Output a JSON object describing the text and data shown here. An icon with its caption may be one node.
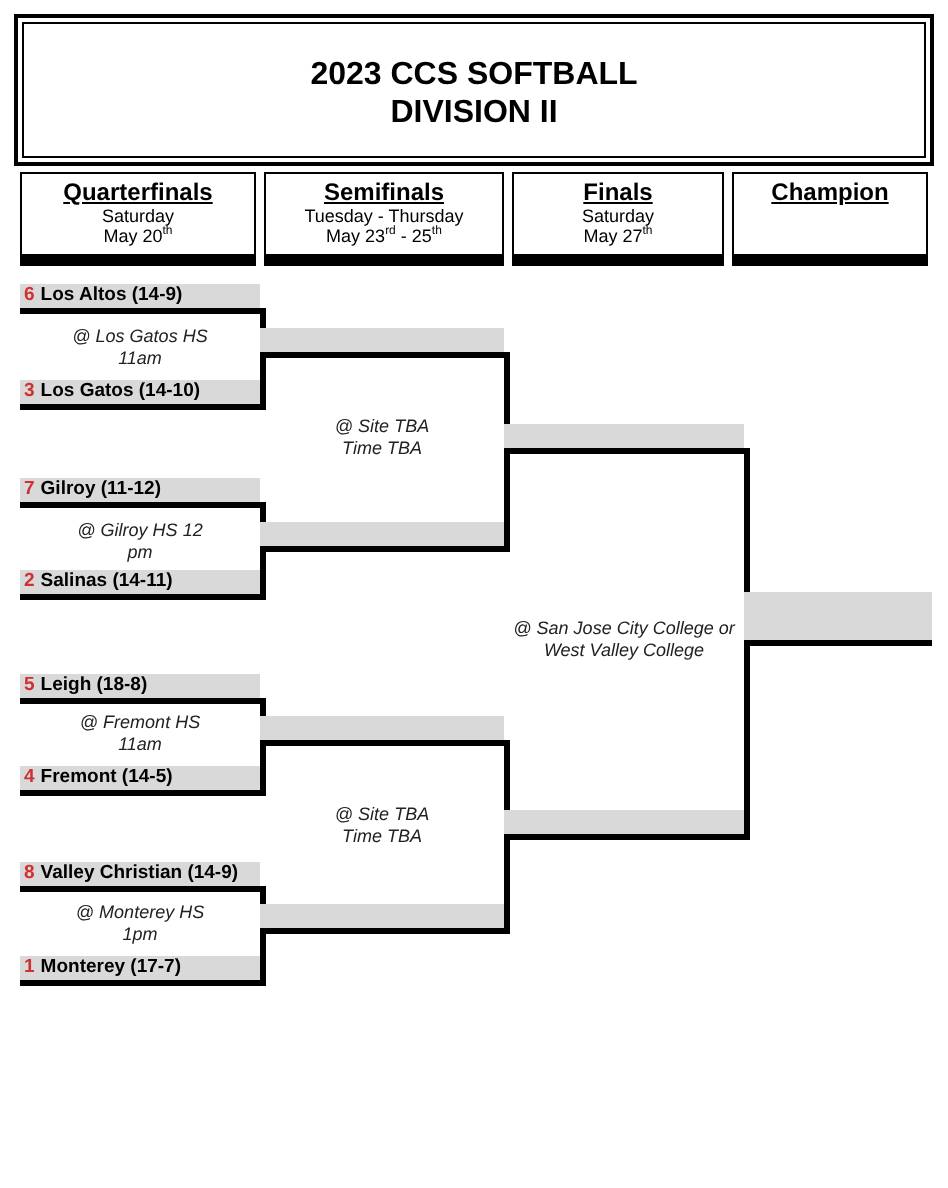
{
  "diagram": {
    "title": "2023 CCS SOFTBALL DIVISION II",
    "nodes": [
      {
        "text": [
          "Quarterfinals",
          "Saturday",
          "May 20$^{th}$"
        ]
      },
      {
        "text": [
          "Semifinals",
          "Tuesday - Thursday",
          "May 23$^{rd}$ - 25$^{th}$"
        ]
      },
      {
        "text": [
          "Finals",
          "Saturday",
          "May 27$^{th}$"
        ]
      },
      {
        "text": [
          "Champion"
        ]
      },
      {
        "text": [
          "6",
          "Los Altos (14-9)"
        ]
      },
      {
        "text": [
          "3",
          "Los Gatos (14-10)"
        ]
      },
      {
        "text": [
          "7",
          "Gilroy (11-12)"
        ]
      },
      {
        "text": [
          "2",
          "Salinas (14-11)"
        ]
      },
      {
        "text": [
          "5",
          "Leigh (18-8)"
        ]
      },
      {
        "text": [
          "4",
          "Fremont (14-5)"
        ]
      },
      {
        "text": [
          "8",
          "Valley Christian (14-9)"
        ]
      },
      {
        "text": [
          "1",
          "Monterey (17-7)"
        ]
      },
      {
        "text": [],
        "shape": "bar"
      },
      {
        "text": [],
        "shape": "bar"
      },
      {
        "text": [],
        "shape": "bar"
      },
      {
        "text": [],
        "shape": "bar"
      },
      {
        "text": [],
        "shape": "bar"
      },
      {
        "text": [],
        "shape": "bar"
      },
      {
        "text": [],
        "shape": "bar"
      }
    ],
    "edges": [
      {
        "from": 4,
        "to": 12,
        "arrow": "none"
      },
      {
        "from": 5,
        "to": 12,
        "arrow": "none"
      },
      {
        "from": 6,
        "to": 13,
        "arrow": "none"
      },
      {
        "from": 7,
        "to": 13,
        "arrow": "none"
      },
      {
        "from": 8,
        "to": 14,
        "arrow": "none"
      },
      {
        "from": 9,
        "to": 14,
        "arrow": "none"
      },
      {
        "from": 10,
        "to": 15,
        "arrow": "none"
      },
      {
        "from": 11,
        "to": 15,
        "arrow": "none"
      },
      {
        "from": 12,
        "to": 16,
        "arrow": "none"
      },
      {
        "from": 13,
        "to": 16,
        "arrow": "none"
      },
      {
        "from": 14,
        "to": 17,
        "arrow": "none"
      },
      {
        "from": 15,
        "to": 17,
        "arrow": "none"
      },
      {
        "from": 16,
        "to": 18,
        "arrow": "none"
      },
      {
        "from": 17,
        "to": 18,
        "arrow": "none"
      }
    ],
    "labels": [
      "@ Los Gatos HS 11am",
      "@ Site TBA Time TBA",
      "@ Gilroy HS 12 pm",
      "@ San Jose City College or West Valley College",
      "@ Fremont HS 11am",
      "@ Site TBA Time TBA",
      "@ Monterey HS 1pm"
    ]
  }
}
